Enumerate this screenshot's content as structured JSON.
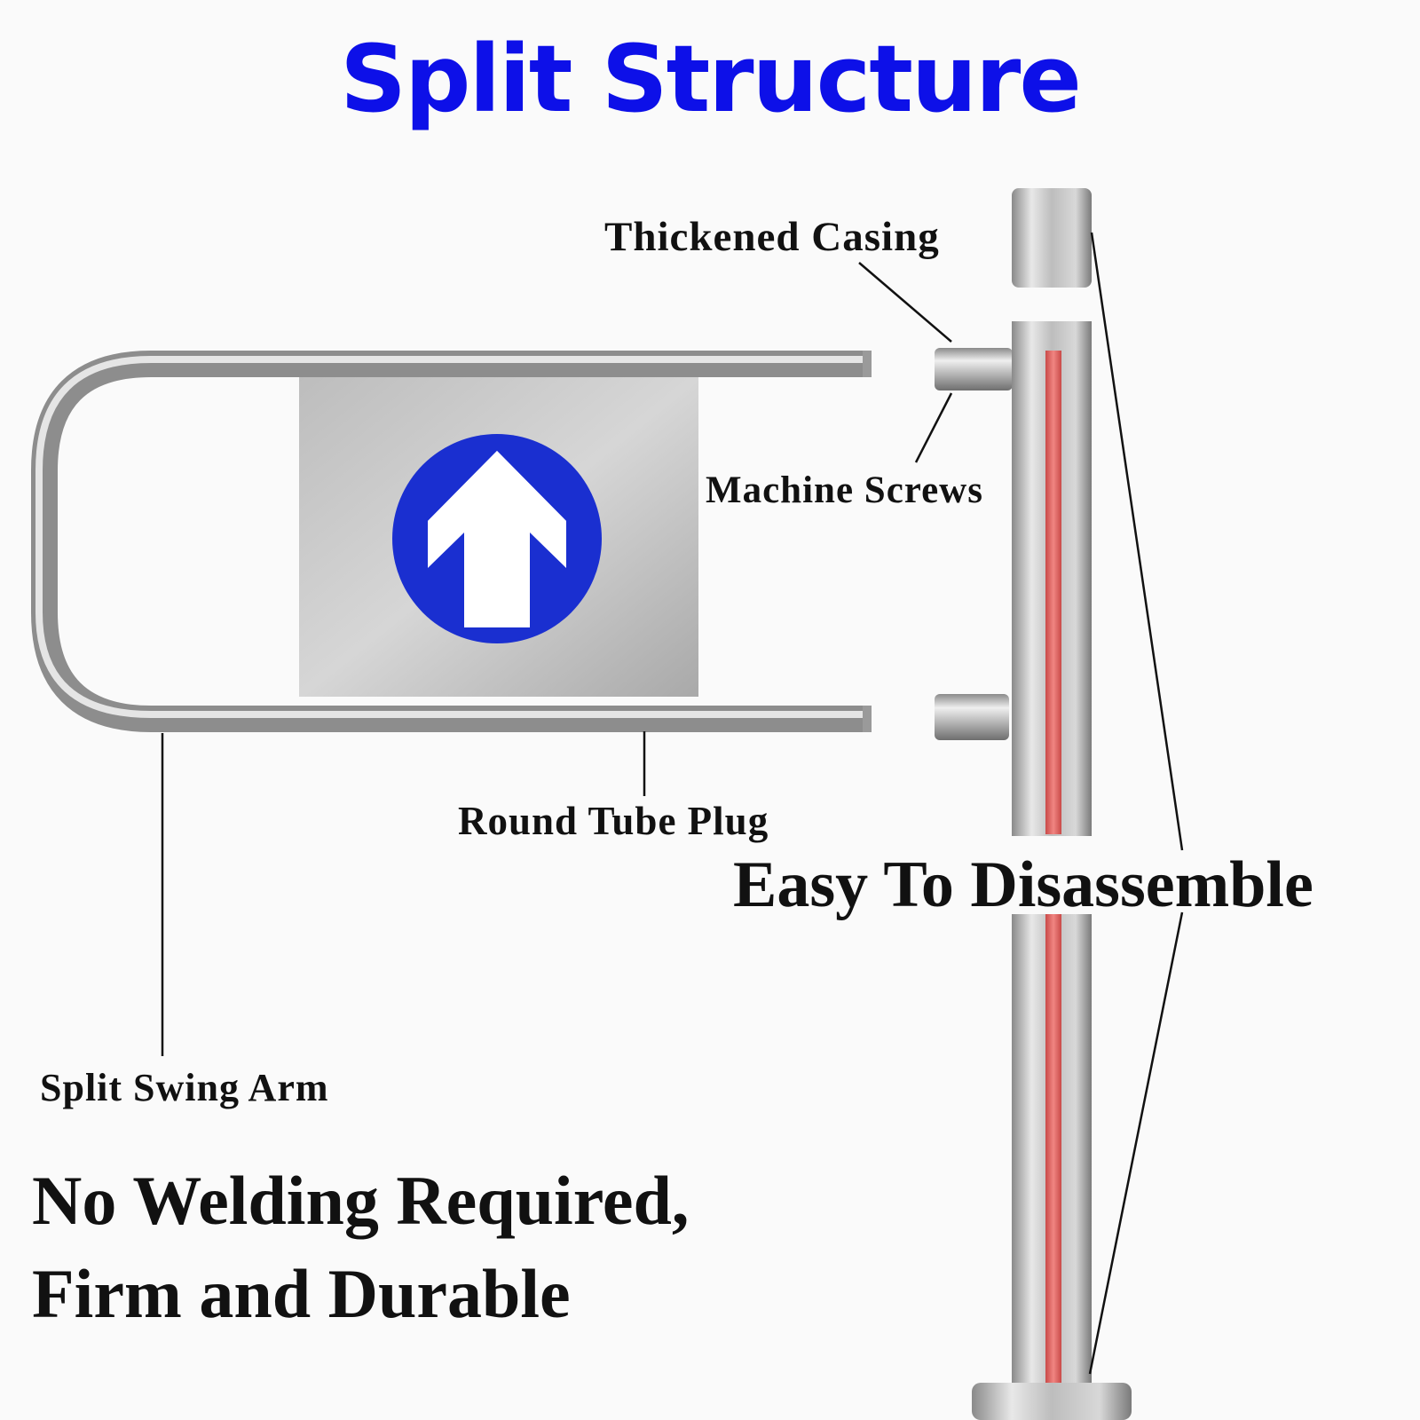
{
  "title": "Split Structure",
  "labels": {
    "thickened_casing": "Thickened Casing",
    "machine_screws": "Machine Screws",
    "round_tube_plug": "Round Tube Plug",
    "easy_disassemble": "Easy To Disassemble",
    "split_swing_arm": "Split Swing Arm",
    "no_welding_line1": "No Welding Required,",
    "no_welding_line2": "Firm and Durable"
  },
  "colors": {
    "title": "#0d10e8",
    "arrow_circle": "#1a2fd0",
    "arrow": "#ffffff",
    "red_strip": "#e8706e",
    "text": "#111111"
  },
  "icons": {
    "sign": "up-arrow-icon"
  }
}
